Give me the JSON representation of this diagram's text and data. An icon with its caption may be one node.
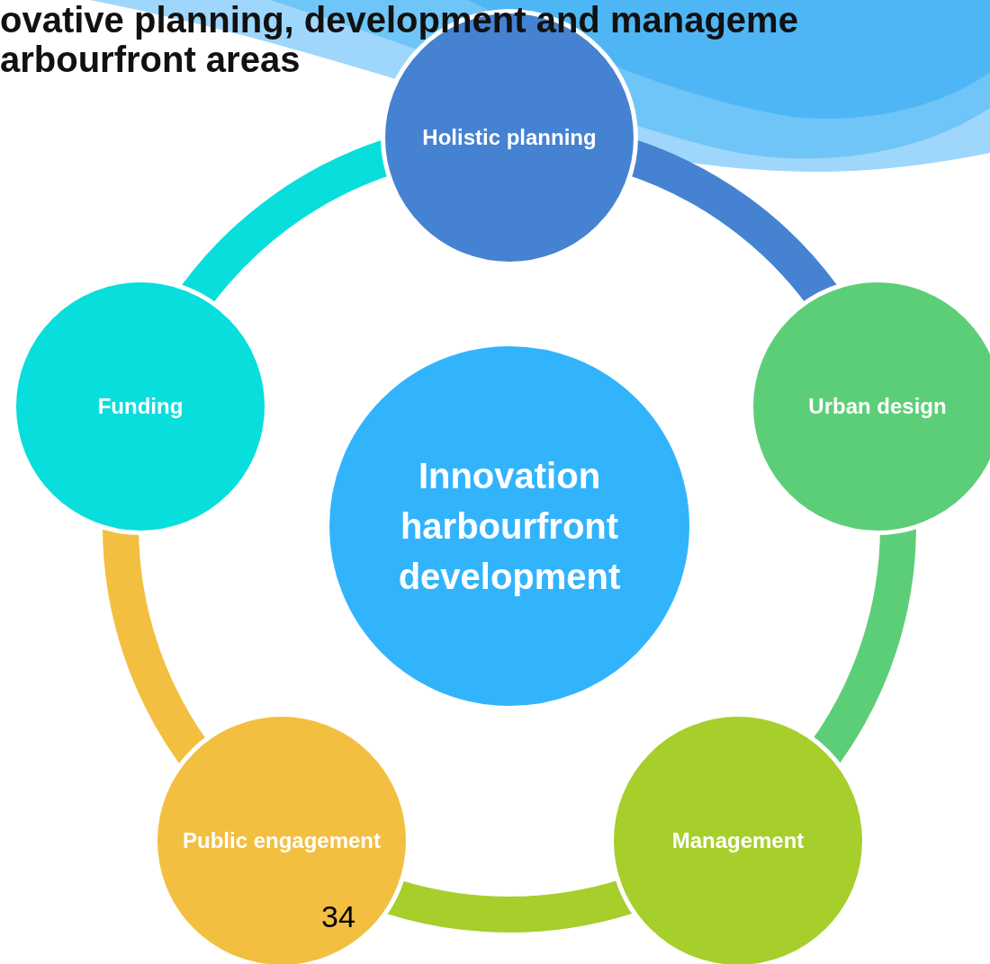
{
  "diagram": {
    "title": "ovative planning, development and manageme arbourfront areas",
    "nodes": [
      {
        "text": [
          "Holistic planning"
        ]
      },
      {
        "text": [
          "Funding"
        ]
      },
      {
        "text": [
          "Urban design"
        ]
      },
      {
        "text": [
          "Innovation harbourfront development"
        ]
      },
      {
        "text": [
          "Public engagement"
        ]
      },
      {
        "text": [
          "Management"
        ]
      }
    ],
    "edges": [
      {
        "from": 0,
        "to": 2,
        "arrow": "none",
        "color": "#4682d2"
      },
      {
        "from": 2,
        "to": 5,
        "arrow": "none",
        "color": "#5dce78"
      },
      {
        "from": 5,
        "to": 4,
        "arrow": "none",
        "color": "#a6cf2b"
      },
      {
        "from": 4,
        "to": 1,
        "arrow": "none",
        "color": "#f3bf40"
      },
      {
        "from": 1,
        "to": 0,
        "arrow": "none",
        "color": "#08dedc"
      }
    ],
    "labels": [
      "34"
    ]
  }
}
